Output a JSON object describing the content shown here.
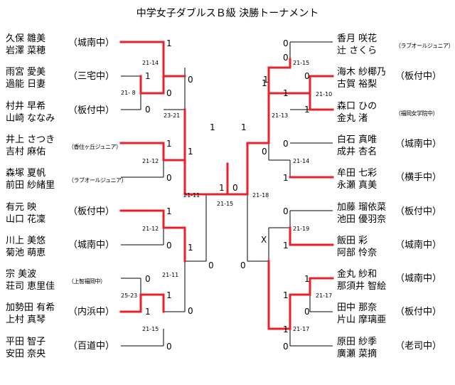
{
  "title": "中学女子ダブルスＢ級 決勝トーナメント",
  "left_teams": [
    {
      "p1": "久保 雛美",
      "p2": "岩澤 菜穂",
      "school": "（城南中）"
    },
    {
      "p1": "雨宮 愛美",
      "p2": "過能 日妻",
      "school": "（三宅中）"
    },
    {
      "p1": "村井 早希",
      "p2": "山崎 ななみ",
      "school": "（板付中）"
    },
    {
      "p1": "井上 さつき",
      "p2": "吉村 麻佑",
      "school": "（香住ヶ丘ジュニア）"
    },
    {
      "p1": "森塚 夏帆",
      "p2": "前田 紗緒里",
      "school": "（ラブオールジュニア）"
    },
    {
      "p1": "有元 映",
      "p2": "山口 花凜",
      "school": "（板付中）"
    },
    {
      "p1": "川上 美悠",
      "p2": "菊池 萌恵",
      "school": "（城南中）"
    },
    {
      "p1": "宗 美波",
      "p2": "荘司 恵里佳",
      "school": "（上智福岡中）"
    },
    {
      "p1": "加勢田 有希",
      "p2": "上村 真琴",
      "school": "（内浜中）"
    },
    {
      "p1": "平田 智子",
      "p2": "安田 奈央",
      "school": "（百道中）"
    }
  ],
  "right_teams": [
    {
      "p1": "香月 咲花",
      "p2": "辻 さくら",
      "school": "（ラブオールジュニア）"
    },
    {
      "p1": "海木 紗椰乃",
      "p2": "古賀 裕梨",
      "school": "（板付中）"
    },
    {
      "p1": "森口 ひの",
      "p2": "金丸 渚",
      "school": "（福岡女学院中）"
    },
    {
      "p1": "白石 真唯",
      "p2": "成井 杏名",
      "school": "（城南中）"
    },
    {
      "p1": "牟田 七彩",
      "p2": "永瀬 真美",
      "school": "（横手中）"
    },
    {
      "p1": "加藤 瑠依菜",
      "p2": "池田 優羽奈",
      "school": "（板付中）"
    },
    {
      "p1": "飯田 彩",
      "p2": "阿部 怜奈",
      "school": "（城南中）"
    },
    {
      "p1": "金丸 紗和",
      "p2": "那須井 智絵",
      "school": "（城南中）"
    },
    {
      "p1": "田中 那奈",
      "p2": "片山 摩璃亜",
      "school": "（板付中）"
    },
    {
      "p1": "原田 紗季",
      "p2": "廣瀬 菜摘",
      "school": "（老司中）"
    }
  ],
  "left_marks": [
    "1",
    "1",
    "0",
    "0",
    "0",
    "1",
    "0",
    "1",
    "1",
    "0",
    "1",
    "0",
    "0",
    "1",
    "0",
    "1",
    "1",
    "0",
    "1",
    "0",
    "1",
    "0"
  ],
  "right_marks": [
    "0",
    "1",
    "1",
    "0",
    "1",
    "0",
    "1",
    "0",
    "1",
    "0",
    "1",
    "X",
    "1",
    "0",
    "1",
    "0",
    "1",
    "0"
  ],
  "center_marks": [
    "1",
    "0",
    "1",
    "0"
  ],
  "scores": {
    "l_r1_a": "21-14",
    "l_r0": "21- 8",
    "l_r2_a": "23-21",
    "l_r1_b": "21-12",
    "l_r1_c": "21-12",
    "l_r0_b": "25-23",
    "l_r1_d": "21-15",
    "l_r2_b": "21-11",
    "l_sf": "21-11",
    "final": "21-15",
    "r_sf": "21-18",
    "r_r1_a": "21-15",
    "r_r0": "21-10",
    "r_r2_a": "21-13",
    "r_r1_b": "21-14",
    "r_r1_c": "21-19",
    "r_r0_b": "21-17",
    "r_r2_b": "21-17"
  }
}
